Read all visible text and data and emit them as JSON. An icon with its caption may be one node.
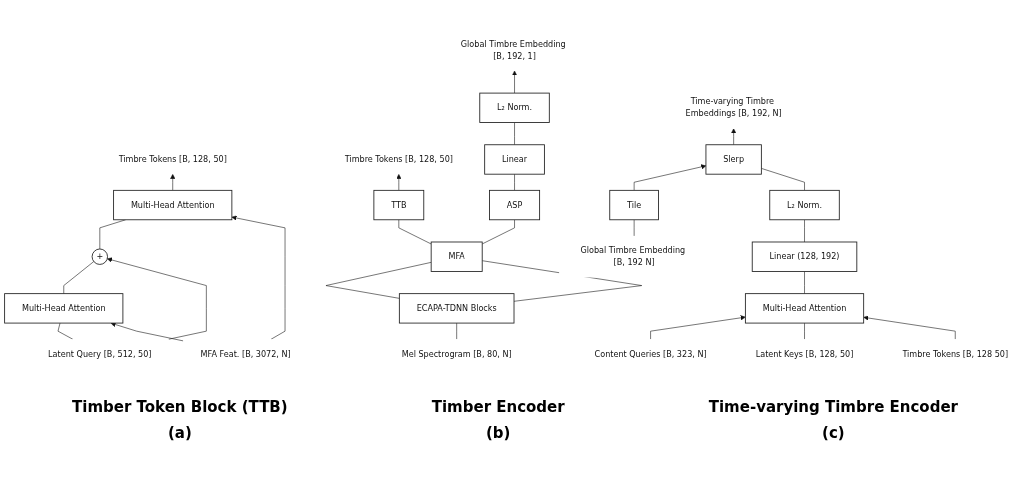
{
  "diagram": {
    "nodes": [
      {
        "text": [
          "Timbre Tokens [B, 128, 50]"
        ]
      },
      {
        "text": [
          "Multi-Head Attention"
        ]
      },
      {
        "text": [
          "+"
        ]
      },
      {
        "text": [
          "Multi-Head Attention"
        ]
      },
      {
        "text": [
          "Latent Query [B, 512, 50]"
        ]
      },
      {
        "text": [
          "MFA Feat. [B, 3072, N]"
        ]
      },
      {
        "text": [
          "Timbre Tokens [B, 128, 50]"
        ]
      },
      {
        "text": [
          "Global Timbre Embedding [B, 192, 1]"
        ]
      },
      {
        "text": [
          "L₂ Norm."
        ]
      },
      {
        "text": [
          "Linear"
        ]
      },
      {
        "text": [
          "TTB"
        ]
      },
      {
        "text": [
          "ASP"
        ]
      },
      {
        "text": [
          "MFA"
        ]
      },
      {
        "text": [
          "ECAPA-TDNN Blocks"
        ]
      },
      {
        "text": [
          "Mel Spectrogram [B, 80, N]"
        ]
      },
      {
        "text": [
          "Time-varying Timbre Embeddings [B, 192, N]"
        ]
      },
      {
        "text": [
          "Slerp"
        ]
      },
      {
        "text": [
          "Tile"
        ]
      },
      {
        "text": [
          "L₂ Norm."
        ]
      },
      {
        "text": [
          "Global Timbre Embedding [B, 192 N]"
        ]
      },
      {
        "text": [
          "Linear (128, 192)"
        ]
      },
      {
        "text": [
          "Multi-Head Attention"
        ]
      },
      {
        "text": [
          "Content Queries [B, 323, N]"
        ]
      },
      {
        "text": [
          "Latent Keys [B, 128, 50]"
        ]
      },
      {
        "text": [
          "Timbre Tokens [B, 128 50]"
        ]
      }
    ],
    "edges": [
      {
        "from": 1,
        "to": 0,
        "arrow": "to"
      },
      {
        "from": 2,
        "to": 1,
        "arrow": "none"
      },
      {
        "from": 3,
        "to": 2,
        "arrow": "none"
      },
      {
        "from": 4,
        "to": 3,
        "arrow": "none"
      },
      {
        "from": 4,
        "to": 2,
        "arrow": "to"
      },
      {
        "from": 5,
        "to": 1,
        "arrow": "to"
      },
      {
        "from": 5,
        "to": 3,
        "arrow": "to"
      },
      {
        "from": 10,
        "to": 6,
        "arrow": "to"
      },
      {
        "from": 8,
        "to": 7,
        "arrow": "to"
      },
      {
        "from": 9,
        "to": 8,
        "arrow": "none"
      },
      {
        "from": 11,
        "to": 9,
        "arrow": "none"
      },
      {
        "from": 12,
        "to": 10,
        "arrow": "none"
      },
      {
        "from": 12,
        "to": 11,
        "arrow": "none"
      },
      {
        "from": 13,
        "to": 12,
        "arrow": "none"
      },
      {
        "from": 13,
        "to": 12,
        "arrow": "none"
      },
      {
        "from": 14,
        "to": 13,
        "arrow": "none"
      },
      {
        "from": 16,
        "to": 15,
        "arrow": "to"
      },
      {
        "from": 17,
        "to": 16,
        "arrow": "to"
      },
      {
        "from": 19,
        "to": 17,
        "arrow": "none"
      },
      {
        "from": 18,
        "to": 16,
        "arrow": "none"
      },
      {
        "from": 20,
        "to": 18,
        "arrow": "none"
      },
      {
        "from": 21,
        "to": 20,
        "arrow": "none"
      },
      {
        "from": 22,
        "to": 21,
        "arrow": "to"
      },
      {
        "from": 23,
        "to": 21,
        "arrow": "none"
      },
      {
        "from": 24,
        "to": 21,
        "arrow": "to"
      }
    ],
    "labels": [
      "Timber Token Block (TTB)",
      "(a)",
      "Timber Encoder",
      "(b)",
      "Time-varying Timbre Encoder",
      "(c)"
    ]
  }
}
